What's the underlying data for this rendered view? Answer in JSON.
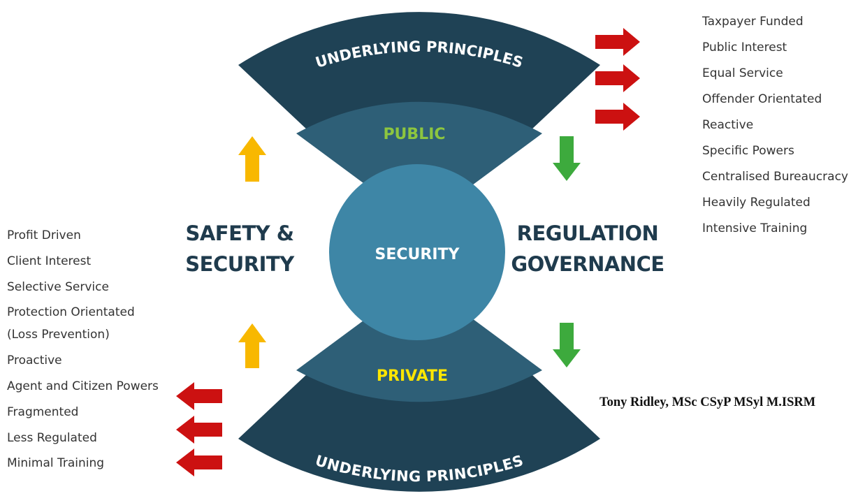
{
  "diagram": {
    "top_band_label": "UNDERLYING PRINCIPLES",
    "top_sector_label": "PUBLIC",
    "center_label": "SECURITY",
    "bottom_sector_label": "PRIVATE",
    "bottom_band_label": "UNDERLYING PRINCIPLES",
    "left_label_line1": "SAFETY &",
    "left_label_line2": "SECURITY",
    "right_label_line1": "REGULATION",
    "right_label_line2": "GOVERNANCE"
  },
  "public_characteristics": [
    "Taxpayer Funded",
    "Public Interest",
    "Equal Service",
    "Offender Orientated",
    "Reactive",
    "Specific Powers",
    "Centralised Bureaucracy",
    "Heavily Regulated",
    "Intensive Training"
  ],
  "private_characteristics": [
    "Profit Driven",
    "Client Interest",
    "Selective Service",
    "Protection Orientated",
    "(Loss Prevention)",
    "Proactive",
    "Agent and Citizen Powers",
    "Fragmented",
    "Less Regulated",
    "Minimal Training"
  ],
  "author_credit": "Tony Ridley, MSc CSyP MSyl M.ISRM",
  "colors": {
    "outer_band": "#1f4255",
    "inner_sector": "#2e5f77",
    "center_circle": "#3e86a6",
    "public_text": "#8dc63f",
    "private_text": "#ffe600",
    "white_text": "#ffffff",
    "red_arrow": "#cc1111",
    "green_arrow": "#3daa3d",
    "yellow_arrow": "#f8b800"
  },
  "icons": {
    "right_arrows": "arrow-right-icon",
    "left_arrows": "arrow-left-icon",
    "down_arrows": "arrow-down-icon",
    "up_arrows": "arrow-up-icon"
  }
}
